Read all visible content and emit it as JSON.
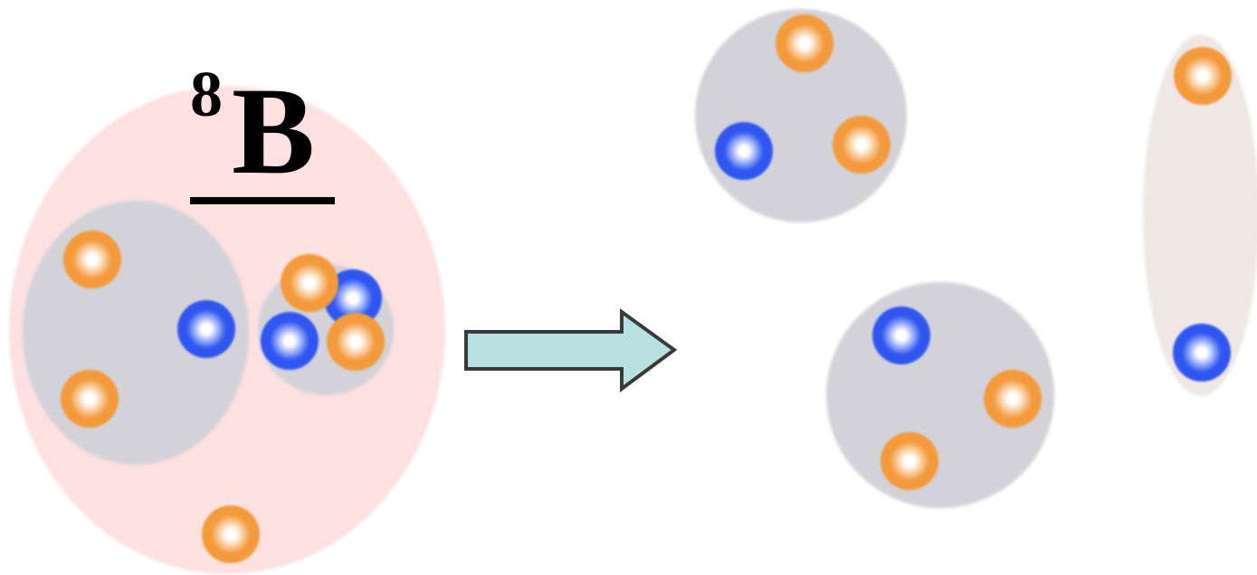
{
  "label": {
    "superscript": "8",
    "element": "B"
  },
  "colors": {
    "nucleus_fill": "#fde0e0",
    "cluster_fill": "#d2d2d8",
    "halo_fill": "#eee7e4",
    "proton": "#f39a3c",
    "neutron": "#2f57f0",
    "arrow_fill": "#b8e0e0",
    "arrow_stroke": "#3a3a3a"
  },
  "groups": {
    "initial_nucleus": {
      "protons": 5,
      "neutrons": 3
    },
    "fragment_top": {
      "protons": 2,
      "neutrons": 1
    },
    "fragment_middle": {
      "protons": 2,
      "neutrons": 1
    },
    "fragment_right": {
      "protons": 1,
      "neutrons": 1
    }
  }
}
